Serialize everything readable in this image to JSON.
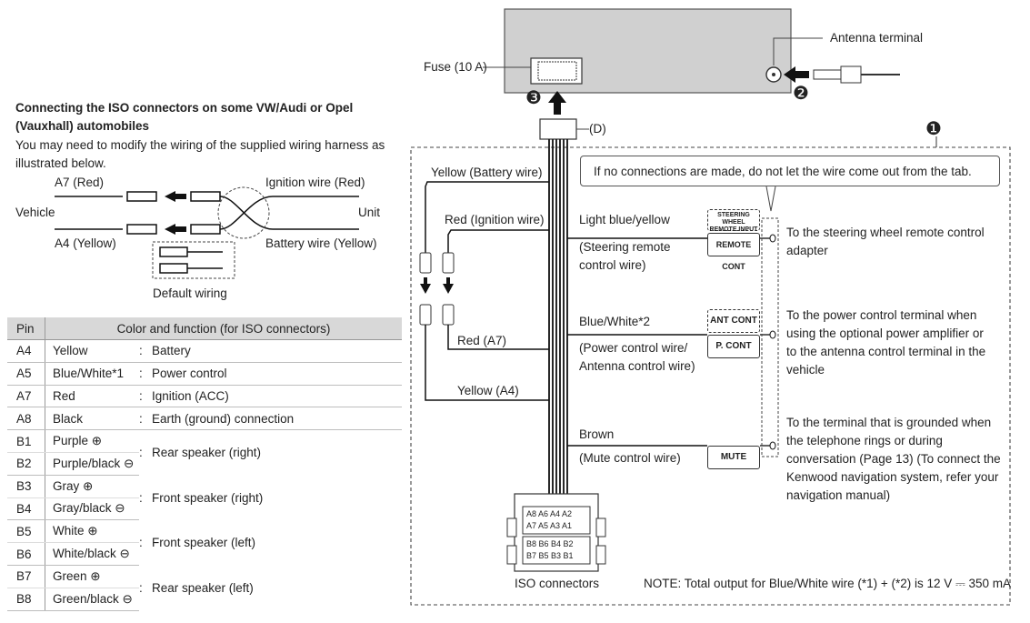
{
  "labels": {
    "antenna": "Antenna terminal",
    "fuse": "Fuse (10 A)",
    "d_label": "(D)",
    "num1": "❶",
    "num2": "❷",
    "num3": "❸",
    "no_connection_note": "If no connections are made, do not let the wire come out from the tab.",
    "yellow_battery": "Yellow (Battery wire)",
    "red_ignition": "Red (Ignition wire)",
    "red_a7": "Red (A7)",
    "yellow_a4": "Yellow (A4)",
    "iso_connectors": "ISO connectors",
    "total_note": "NOTE: Total output for Blue/White wire (*1) + (*2) is 12 V ⎓ 350 mA"
  },
  "wires": {
    "light_blue": {
      "title": "Light blue/yellow",
      "sub": "(Steering remote control wire)",
      "tag_top": "STEERING WHEEL REMOTE INPUT",
      "tag_bottom": "REMOTE CONT",
      "desc": "To the steering wheel remote control adapter"
    },
    "blue_white": {
      "title": "Blue/White*2",
      "sub": "(Power control wire/ Antenna control wire)",
      "tag_top": "ANT CONT",
      "tag_bottom": "P. CONT",
      "desc": "To the power control terminal when using the optional power amplifier or to the antenna control terminal in the vehicle"
    },
    "brown": {
      "title": "Brown",
      "sub": "(Mute control wire)",
      "tag": "MUTE",
      "desc": "To the terminal that is grounded when the telephone rings or during conversation (Page 13) (To connect the Kenwood navigation system, refer your navigation manual)"
    }
  },
  "iso_pins": {
    "row1": "A8 A6 A4 A2",
    "row2": "A7 A5 A3 A1",
    "row3": "B8 B6 B4 B2",
    "row4": "B7 B5 B3 B1"
  },
  "iso_box": {
    "title": "Connecting the ISO connectors on some VW/Audi or Opel (Vauxhall) automobiles",
    "text": "You may need to modify the wiring of the supplied wiring harness as illustrated below.",
    "a7_red": "A7 (Red)",
    "a4_yellow": "A4 (Yellow)",
    "vehicle": "Vehicle",
    "unit": "Unit",
    "ignition_red": "Ignition wire (Red)",
    "battery_yellow": "Battery wire (Yellow)",
    "default_wiring": "Default wiring"
  },
  "table": {
    "header_pin": "Pin",
    "header_color": "Color and function (for ISO connectors)",
    "rows": [
      {
        "pin": "A4",
        "color": "Yellow",
        "func": "Battery"
      },
      {
        "pin": "A5",
        "color": "Blue/White*1",
        "func": "Power control"
      },
      {
        "pin": "A7",
        "color": "Red",
        "func": "Ignition (ACC)"
      },
      {
        "pin": "A8",
        "color": "Black",
        "func": "Earth (ground) connection"
      },
      {
        "pin": "B1",
        "color": "Purple ⊕",
        "func": "Rear speaker (right)"
      },
      {
        "pin": "B2",
        "color": "Purple/black ⊖"
      },
      {
        "pin": "B3",
        "color": "Gray ⊕",
        "func": "Front speaker (right)"
      },
      {
        "pin": "B4",
        "color": "Gray/black ⊖"
      },
      {
        "pin": "B5",
        "color": "White ⊕",
        "func": "Front speaker (left)"
      },
      {
        "pin": "B6",
        "color": "White/black ⊖"
      },
      {
        "pin": "B7",
        "color": "Green ⊕",
        "func": "Rear speaker (left)"
      },
      {
        "pin": "B8",
        "color": "Green/black ⊖"
      }
    ]
  }
}
